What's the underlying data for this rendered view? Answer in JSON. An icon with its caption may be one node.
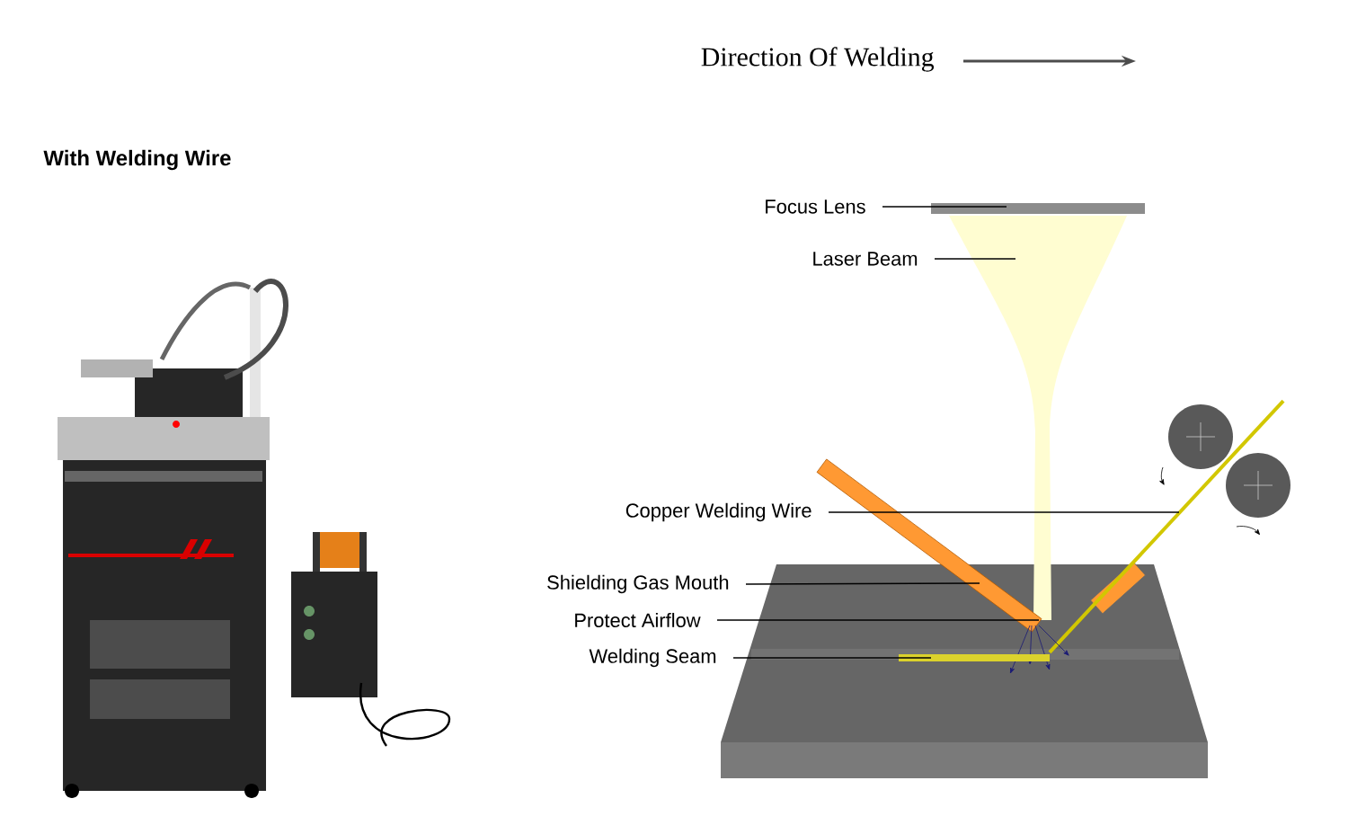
{
  "diagram": {
    "title": "With Welding Wire",
    "nodes": [
      {
        "text": [
          "Focus Lens"
        ]
      },
      {
        "text": [
          "Laser Beam"
        ]
      },
      {
        "text": [
          "Copper Welding Wire"
        ]
      },
      {
        "text": [
          "Shielding Gas Mouth"
        ]
      },
      {
        "text": [
          "Protect Airflow"
        ]
      },
      {
        "text": [
          "Welding Seam"
        ]
      },
      {
        "text": [],
        "shape": "bar"
      },
      {
        "text": [],
        "shape": "picture"
      },
      {
        "text": [],
        "shape": "bar"
      },
      {
        "text": [],
        "shape": "bar"
      },
      {
        "text": [],
        "shape": "picture"
      },
      {
        "text": [],
        "shape": "bar"
      }
    ],
    "edges": [
      {
        "from": 0,
        "to": 6,
        "arrow": "none"
      },
      {
        "from": 1,
        "to": 7,
        "arrow": "none"
      },
      {
        "from": 2,
        "to": 8,
        "arrow": "none"
      },
      {
        "from": 3,
        "to": 9,
        "arrow": "none"
      },
      {
        "from": 4,
        "to": 10,
        "arrow": "none"
      },
      {
        "from": 5,
        "to": 11,
        "arrow": "none"
      }
    ],
    "labels": [
      "Direction Of Welding"
    ]
  }
}
